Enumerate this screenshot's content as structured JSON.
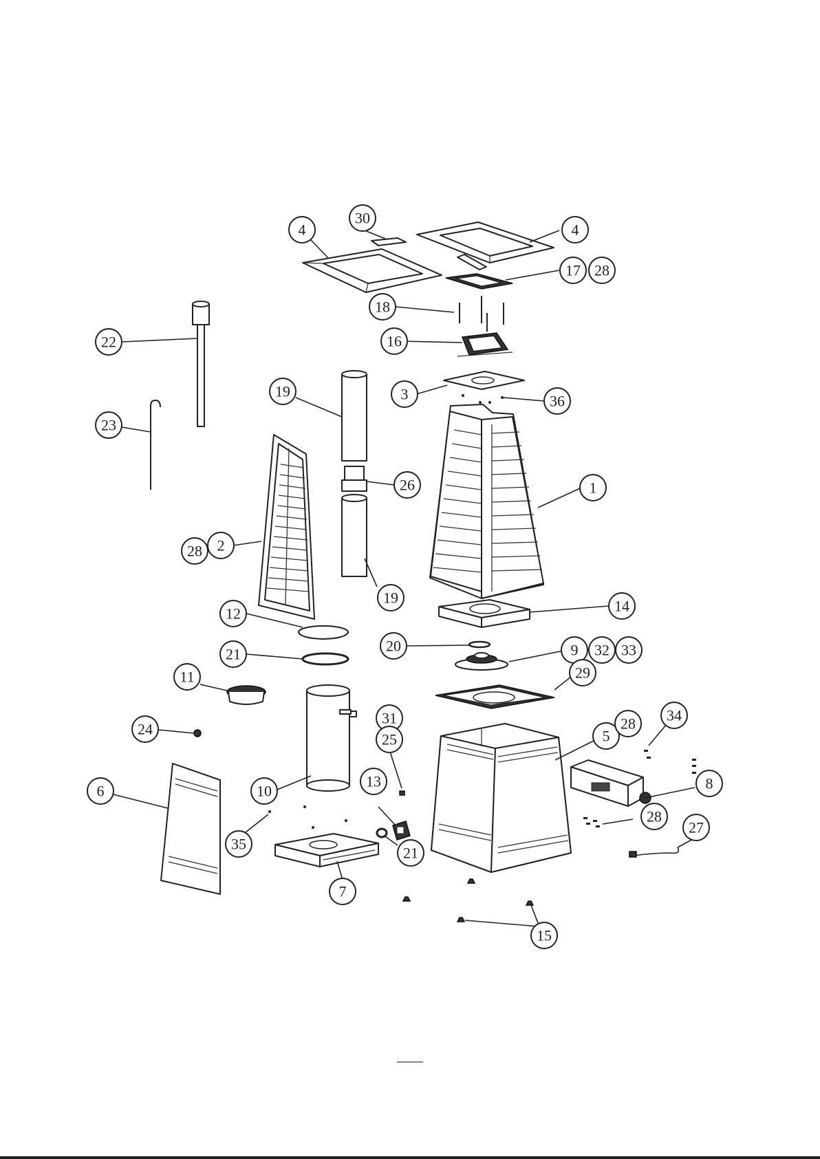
{
  "callouts": [
    {
      "id": "c30",
      "label": "30"
    },
    {
      "id": "c4a",
      "label": "4"
    },
    {
      "id": "c4b",
      "label": "4"
    },
    {
      "id": "c17",
      "label": "17"
    },
    {
      "id": "c28a",
      "label": "28"
    },
    {
      "id": "c18",
      "label": "18"
    },
    {
      "id": "c22",
      "label": "22"
    },
    {
      "id": "c16",
      "label": "16"
    },
    {
      "id": "c19a",
      "label": "19"
    },
    {
      "id": "c3",
      "label": "3"
    },
    {
      "id": "c36",
      "label": "36"
    },
    {
      "id": "c23",
      "label": "23"
    },
    {
      "id": "c26",
      "label": "26"
    },
    {
      "id": "c1",
      "label": "1"
    },
    {
      "id": "c28b",
      "label": "28"
    },
    {
      "id": "c2",
      "label": "2"
    },
    {
      "id": "c19b",
      "label": "19"
    },
    {
      "id": "c12",
      "label": "12"
    },
    {
      "id": "c14",
      "label": "14"
    },
    {
      "id": "c20",
      "label": "20"
    },
    {
      "id": "c21a",
      "label": "21"
    },
    {
      "id": "c9",
      "label": "9"
    },
    {
      "id": "c32",
      "label": "32"
    },
    {
      "id": "c33",
      "label": "33"
    },
    {
      "id": "c11",
      "label": "11"
    },
    {
      "id": "c29",
      "label": "29"
    },
    {
      "id": "c31",
      "label": "31"
    },
    {
      "id": "c34",
      "label": "34"
    },
    {
      "id": "c24",
      "label": "24"
    },
    {
      "id": "c25",
      "label": "25"
    },
    {
      "id": "c5",
      "label": "5"
    },
    {
      "id": "c28c",
      "label": "28"
    },
    {
      "id": "c13",
      "label": "13"
    },
    {
      "id": "c8",
      "label": "8"
    },
    {
      "id": "c6",
      "label": "6"
    },
    {
      "id": "c10",
      "label": "10"
    },
    {
      "id": "c28d",
      "label": "28"
    },
    {
      "id": "c27",
      "label": "27"
    },
    {
      "id": "c35",
      "label": "35"
    },
    {
      "id": "c21b",
      "label": "21"
    },
    {
      "id": "c7",
      "label": "7"
    },
    {
      "id": "c15",
      "label": "15"
    }
  ]
}
